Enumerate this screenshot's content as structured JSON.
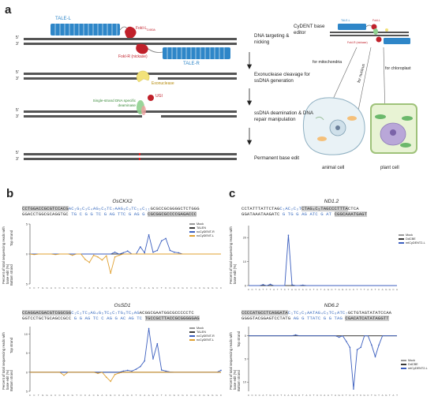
{
  "panels": {
    "a": "a",
    "b": "b",
    "c": "c"
  },
  "schematic": {
    "tale_l": "TALE-L",
    "fokl_l": "FokI-L",
    "fokl_l_sub": "D450A",
    "fokl_r_nick": "FokI-R (nickase)",
    "tale_r": "TALE-R",
    "exonuclease": "Exonuclease",
    "ugi": "UGI",
    "deaminase": "Single-strand DNA specific deaminase",
    "five": "5'",
    "three": "3'",
    "steps": [
      "DNA targeting & nicking",
      "Exonuclease cleavage for ssDNA generation",
      "ssDNA deamination & DNA repair manipulation",
      "Permanent base edit"
    ],
    "cydent_title": "CyDENT base editor",
    "cydent_tale_l": "TALE-L",
    "cydent_fokl": "FokI-L",
    "cydent_fokr": "FokI-R (nickase)",
    "for_mito": "for mitochondria",
    "for_chloro": "for chloroplast",
    "for_nucleus": "for nucleus",
    "animal_cell": "animal cell",
    "plant_cell": "plant cell"
  },
  "charts": {
    "b1": {
      "gene": "OsCKX2",
      "seq_top_hl": "CCTGGACCGCGTCCACG",
      "seq_top_mid": "AC₁G₂C₃C₄AG₅C₆TC₇AAG₈C₉TC₁₀C₁₁",
      "seq_top_end": "GCGCCGCGGGGCTCTGGG",
      "seq_bot_start": "GGACCTGGCGCAGGTGC",
      "seq_bot_mid": "TG C G G TC G AG TTC G AG G",
      "seq_bot_hl": "CGCGGCGCCCCGAGACCC",
      "legend": [
        "Mock",
        "TALEN",
        "ncCyDENT-R",
        "ncCyDENT-L"
      ]
    },
    "b2": {
      "gene": "OsSD1",
      "seq_top_hl": "CCAGGACGACGTCGGCGG",
      "seq_top_mid": "C₁C₂TC₃AG₄G₅TC₆C₇TG₈TC₉AG",
      "seq_top_end": "ACGGCGAATGGCGCCCCCTC",
      "seq_bot_start": "GGTCCTGCTGCAGCCGCC",
      "seq_bot_mid": "G G AG TC C AG G AC AG TC",
      "seq_bot_hl": "TGCCGCTTACCGCGGGGGAG",
      "legend": [
        "Mock",
        "TALEN",
        "ncCyDENT-R",
        "ncCyDENT-L"
      ]
    },
    "c1": {
      "gene": "ND1.2",
      "seq_top_start": "CCTATTTATTCTAG",
      "seq_top_mid": "C₁AC₂C₃T",
      "seq_top_hl": "CTAG₄C₅TAGCCCTTTA",
      "seq_top_end": "CTCA",
      "seq_bot_start": "GGATAAATAAGATC",
      "seq_bot_mid": "G TG G AG ATC G AT",
      "seq_bot_hl": "CGGCAAATGAGT",
      "legend": [
        "Mock",
        "DdCBE",
        "mtCyDENT2-L"
      ]
    },
    "c2": {
      "gene": "ND6.2",
      "seq_top_hl": "CCCCATGCCTCAGGATA",
      "seq_top_mid": "C₁TC₂C₃AATAG₄C₅TC₆ATC₇",
      "seq_top_end": "GCTGTAGTATATCCAA",
      "seq_bot_start": "GGGGTACGGAGTCCTATG",
      "seq_bot_mid": "AG G TTATC G G TAG",
      "seq_bot_hl": "CGACATCATATAGGTT",
      "legend": [
        "Mock",
        "DdCBE",
        "mtCyDENT2-L"
      ]
    },
    "ylabel_b": "Percent of total sequencing reads with base edit (%)",
    "ylabel_c": "Percent of total sequencing reads with base edit (%)",
    "top_strand": "Top strand",
    "bottom_strand": "Bottom strand",
    "colors": {
      "mock": "#9a9a9a",
      "talen": "#3a3a3a",
      "r": "#3c5fbf",
      "l": "#e0a030"
    }
  },
  "chart_data": [
    {
      "type": "line",
      "title": "OsCKX2",
      "ylabel": "Percent of total sequencing reads with base edit (%)",
      "ylim": [
        -5,
        5
      ],
      "series": [
        {
          "name": "Mock",
          "values": [
            0,
            0,
            0,
            0,
            0,
            0,
            0,
            0,
            0,
            0,
            0,
            0,
            0,
            0,
            0,
            0,
            0,
            0,
            0,
            0,
            0,
            0,
            0,
            0,
            0,
            0,
            0,
            0,
            0,
            0,
            0,
            0,
            0,
            0,
            0,
            0,
            0,
            0,
            0,
            0,
            0,
            0,
            0,
            0,
            0,
            0
          ]
        },
        {
          "name": "TALEN",
          "values": [
            0,
            0,
            0,
            0,
            0,
            0,
            0,
            0,
            0,
            0,
            0,
            0,
            0,
            0,
            0,
            0,
            0,
            0,
            0,
            0,
            0,
            0,
            0,
            0,
            0,
            0,
            0,
            0,
            0,
            0,
            0,
            0,
            0,
            0,
            0,
            0,
            0,
            0,
            0,
            0,
            0,
            0,
            0,
            0,
            0,
            0
          ]
        },
        {
          "name": "ncCyDENT-R",
          "values": [
            0,
            0,
            0,
            0,
            0,
            0,
            0,
            0,
            0,
            0,
            0,
            0,
            0,
            0,
            0,
            0,
            0,
            0,
            0,
            0,
            0.3,
            0,
            0.2,
            0.5,
            0,
            0,
            1.2,
            0.2,
            3.2,
            0.3,
            0.6,
            2.2,
            2.6,
            0.6,
            0.3,
            0.2,
            0,
            0,
            0,
            0,
            0,
            0,
            0,
            0,
            0,
            0
          ]
        },
        {
          "name": "ncCyDENT-L",
          "values": [
            0,
            -0.1,
            0,
            0,
            0,
            0,
            -0.1,
            0,
            0,
            0,
            -0.2,
            0,
            0,
            -0.9,
            -1.4,
            -0.2,
            -0.5,
            -1.0,
            -0.3,
            -3.2,
            -0.5,
            -0.2,
            0,
            0,
            0,
            0,
            0,
            0,
            0,
            0,
            0,
            0,
            0,
            0,
            0,
            0,
            0,
            0,
            0,
            0,
            0,
            0,
            0,
            0,
            0,
            0
          ]
        }
      ]
    },
    {
      "type": "line",
      "title": "OsSD1",
      "ylabel": "Percent of total sequencing reads with base edit (%)",
      "ylim": [
        -5,
        12
      ],
      "series": [
        {
          "name": "Mock",
          "values": [
            0,
            0,
            0,
            0,
            0,
            0,
            0,
            0,
            0,
            0,
            0,
            0,
            0,
            0,
            0,
            0,
            0,
            0,
            0,
            0,
            0,
            0,
            0,
            0,
            0,
            0,
            0,
            0,
            0,
            0,
            0,
            0,
            0,
            0,
            0,
            0,
            0,
            0,
            0,
            0,
            0,
            0,
            0,
            0,
            0,
            0
          ]
        },
        {
          "name": "TALEN",
          "values": [
            0,
            0,
            0,
            0,
            0,
            0,
            0,
            0,
            0,
            0,
            0,
            0,
            0,
            0,
            0,
            0,
            0,
            0,
            0,
            0,
            0,
            0,
            0,
            0,
            0,
            0,
            0,
            0,
            0,
            0,
            0,
            0,
            0,
            0,
            0,
            0,
            0,
            0,
            0,
            0,
            0,
            0,
            0,
            0,
            0,
            0
          ]
        },
        {
          "name": "ncCyDENT-R",
          "values": [
            0,
            0,
            0,
            0,
            0,
            0,
            0,
            0,
            0,
            0,
            0,
            0,
            0,
            0,
            0,
            0,
            0,
            0,
            0,
            0,
            0,
            0,
            0.3,
            0.5,
            0.3,
            0.8,
            1.5,
            3.0,
            11.5,
            3.5,
            7.5,
            0.6,
            0.3,
            0.1,
            0,
            0,
            0,
            0,
            0,
            0,
            0,
            0,
            0,
            0,
            0,
            0.5
          ]
        },
        {
          "name": "ncCyDENT-L",
          "values": [
            0,
            0,
            0,
            0,
            0,
            0,
            0,
            0,
            -0.8,
            0,
            0,
            0,
            0,
            0,
            0,
            0,
            -0.3,
            0,
            -1.3,
            -2.4,
            -0.6,
            -0.2,
            0,
            0,
            0,
            0,
            0,
            0,
            0,
            0,
            0,
            0,
            0,
            0,
            0,
            0,
            0,
            0,
            0,
            0,
            0,
            0,
            0,
            0,
            0,
            0
          ]
        }
      ]
    },
    {
      "type": "line",
      "title": "ND1.2",
      "ylabel": "Percent of total sequencing reads with base edit (%)",
      "ylim": [
        0,
        25
      ],
      "series": [
        {
          "name": "Mock",
          "values": [
            0,
            0,
            0,
            0,
            0,
            0,
            0,
            0,
            0,
            0,
            0,
            0,
            0,
            0,
            0,
            0,
            0,
            0,
            0,
            0,
            0,
            0,
            0,
            0,
            0,
            0,
            0,
            0,
            0,
            0,
            0,
            0,
            0,
            0,
            0,
            0,
            0,
            0,
            0,
            0,
            0,
            0
          ]
        },
        {
          "name": "DdCBE",
          "values": [
            0,
            0,
            0,
            0,
            0,
            0,
            0,
            0,
            0,
            0,
            0,
            0,
            0,
            0,
            0,
            0,
            0,
            0,
            0,
            0,
            0,
            0,
            0,
            0,
            0,
            0,
            0,
            0,
            0,
            0,
            0,
            0,
            0,
            0,
            0,
            0,
            0,
            0,
            0,
            0,
            0,
            0
          ]
        },
        {
          "name": "mtCyDENT2-L",
          "values": [
            0,
            0,
            0,
            0,
            0.4,
            0,
            0.5,
            0,
            0,
            0,
            0,
            21,
            0.3,
            0,
            0,
            0.2,
            0,
            0,
            0,
            0,
            0,
            0,
            0,
            0,
            0,
            0,
            0,
            0,
            0,
            0,
            0,
            0,
            0,
            0,
            0,
            0,
            0,
            0,
            0,
            0,
            0,
            0
          ]
        }
      ]
    },
    {
      "type": "line",
      "title": "ND6.2",
      "ylabel": "Percent of total sequencing reads with base edit (%)",
      "ylim": [
        -12,
        2
      ],
      "series": [
        {
          "name": "Mock",
          "values": [
            0,
            0,
            0,
            0,
            0,
            0,
            0,
            0,
            0,
            0,
            0,
            0,
            0,
            0,
            0,
            0,
            0,
            0,
            0,
            0,
            0,
            0,
            0,
            0,
            0,
            0,
            0,
            0,
            0,
            0,
            0,
            0,
            0,
            0,
            0,
            0,
            0,
            0,
            0,
            0,
            0,
            0
          ]
        },
        {
          "name": "DdCBE",
          "values": [
            0,
            0,
            0,
            0,
            0,
            0,
            0,
            0,
            0,
            0,
            0,
            0,
            0,
            0,
            0,
            0,
            0,
            0,
            0,
            0,
            0,
            0,
            0,
            0,
            0,
            0,
            0,
            0,
            0,
            0,
            0,
            0,
            0,
            0,
            0,
            0,
            0,
            0,
            0,
            0,
            0,
            0
          ]
        },
        {
          "name": "mtCyDENT2-L",
          "values": [
            0,
            0,
            0,
            0,
            0,
            0,
            0,
            0,
            0,
            0,
            0,
            0,
            0,
            0.2,
            0,
            0,
            0,
            0,
            0,
            0,
            0,
            0,
            0,
            0,
            0,
            -0.3,
            0,
            -1.2,
            -2.5,
            -11.5,
            -3.0,
            -2.5,
            0,
            0,
            -2.0,
            -4.5,
            -2.0,
            0,
            0,
            0,
            0,
            0
          ]
        }
      ]
    }
  ]
}
